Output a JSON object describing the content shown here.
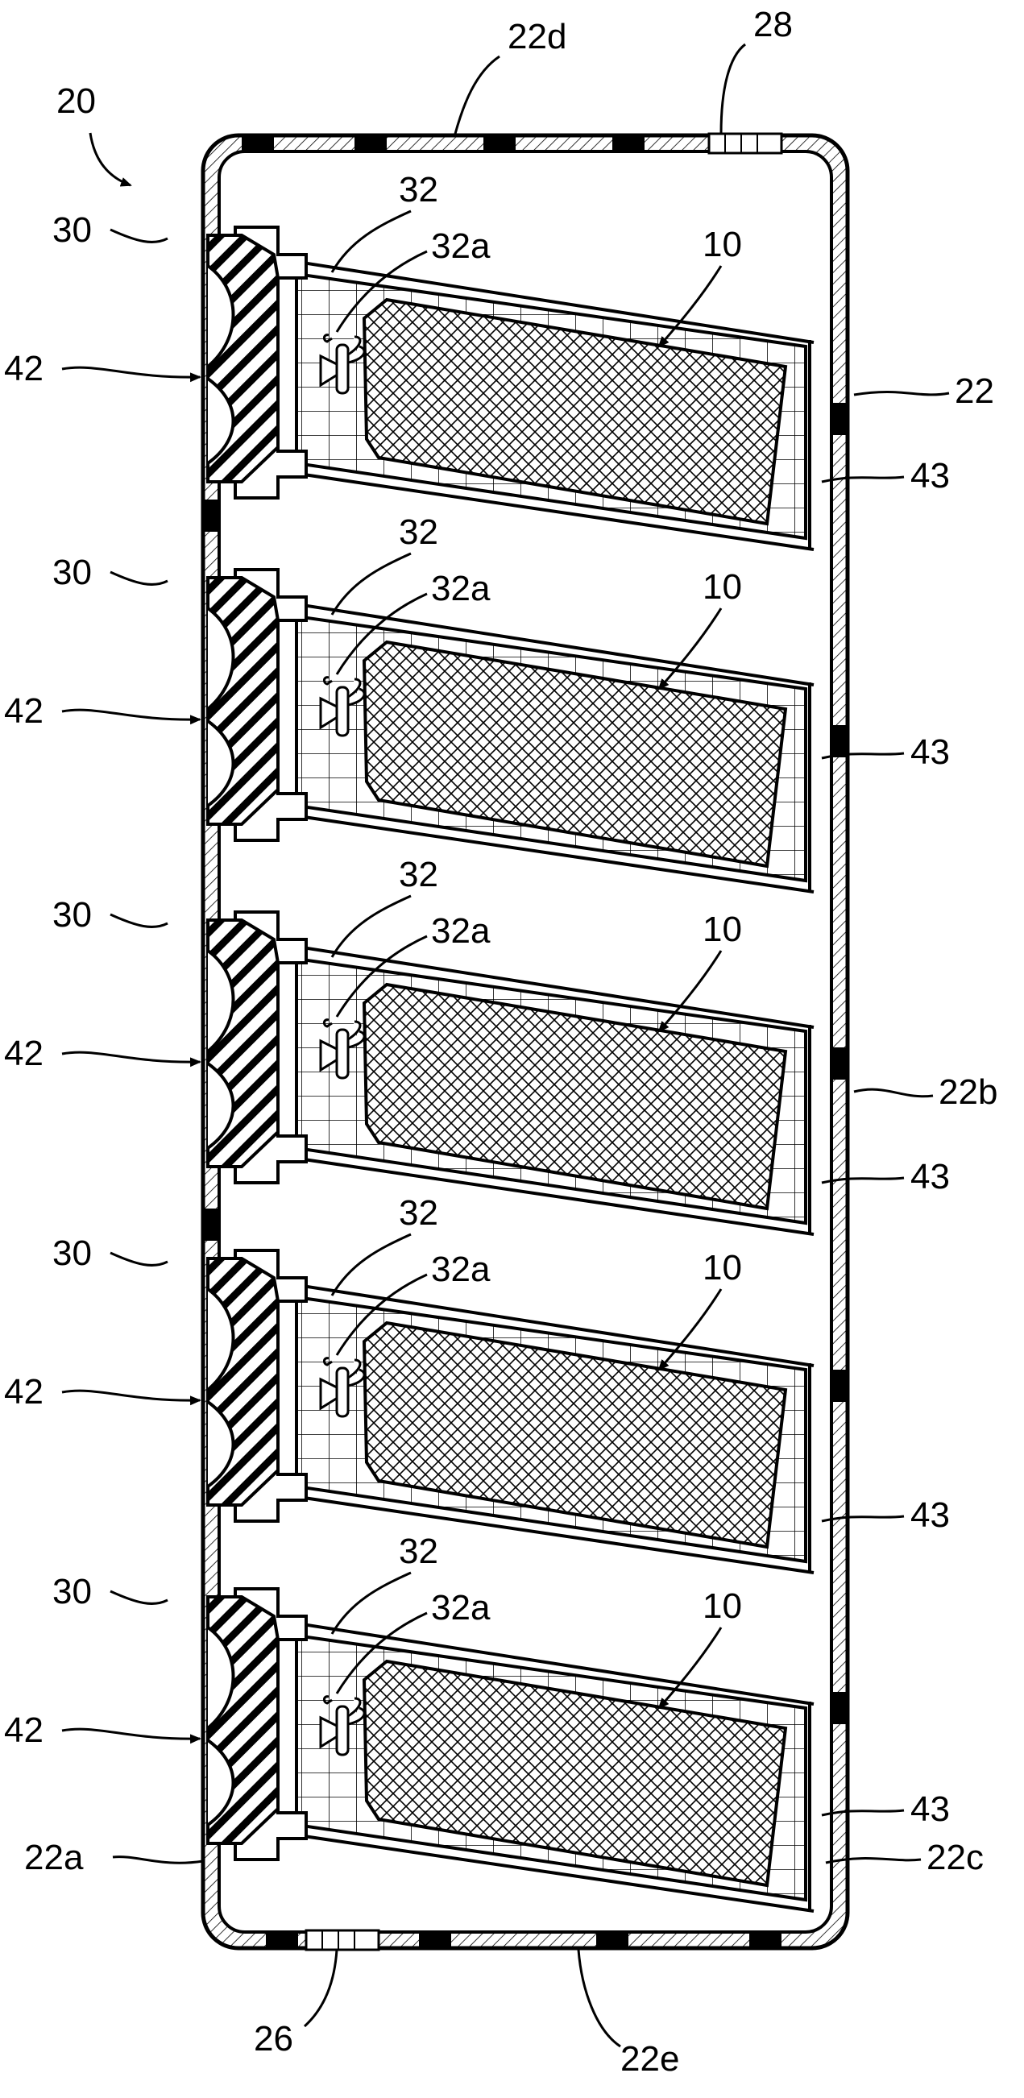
{
  "figure": {
    "ref_assembly": "20",
    "ref_housing": "22",
    "ref_housing_top": "22d",
    "ref_housing_left_wall": "22a",
    "ref_housing_right_wall": "22b",
    "ref_housing_corner": "22c",
    "ref_housing_bottom": "22e",
    "ref_top_port": "28",
    "ref_bottom_port": "26",
    "ref_tray": "30",
    "ref_basket": "32",
    "ref_basket_hook": "32a",
    "ref_bag": "10",
    "ref_handle": "42",
    "ref_gap": "43"
  },
  "colors": {
    "ink": "#000000",
    "paper": "#ffffff"
  },
  "drawer_count": 5
}
